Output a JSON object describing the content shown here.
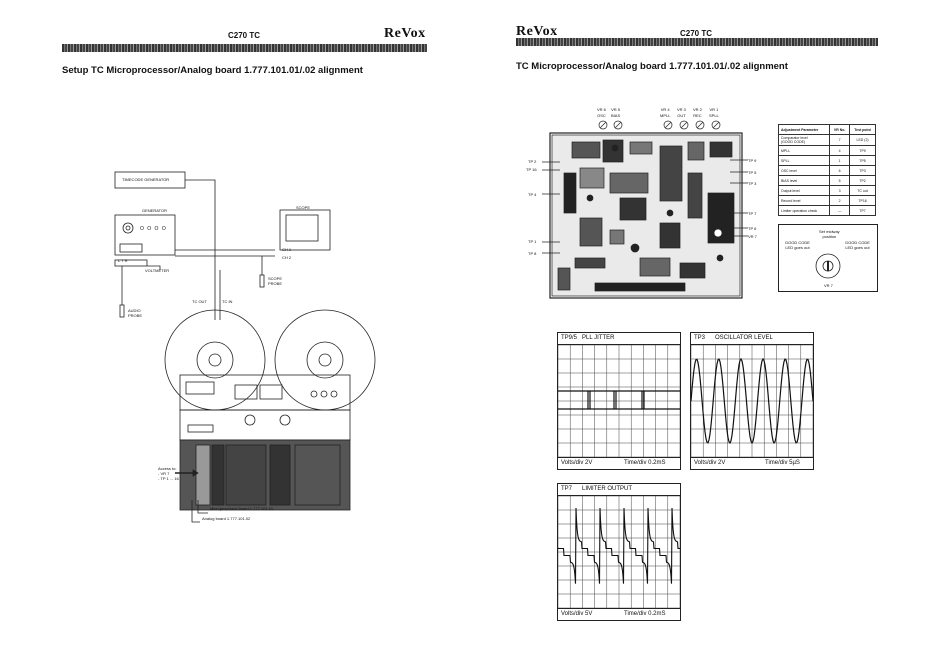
{
  "left_page": {
    "model": "C270 TC",
    "brand": "ReVox",
    "title": "Setup TC Microprocessor/Analog board 1.777.101.01/.02 alignment",
    "labels": {
      "timecode_generator": "TIMECODE GENERATOR",
      "generator": "GENERATOR",
      "generator_knobs": "O O O O",
      "voltmeter": "VOLTMETER",
      "voltmeter_terminals": "L  T  R",
      "scope": "SCOPE",
      "ch1": "CH 1",
      "ch2": "CH 2",
      "scope_probe": "SCOPE\nPROBE",
      "audio_probe": "AUDIO\nPROBE",
      "tc_out": "TC OUT",
      "tc_in": "TC IN",
      "access_to": "Access to:\n- VR 7\n- TP 1 ... 16",
      "micro_board": "Microprocessor board 1.777.101.01",
      "analog_board": "Analog board 1.777.101.02"
    }
  },
  "right_page": {
    "model": "C270 TC",
    "brand": "ReVox",
    "title": "TC Microprocessor/Analog board 1.777.101.01/.02 alignment",
    "pot_labels": [
      {
        "top": "VR 6",
        "bottom": "OSC"
      },
      {
        "top": "VR 5",
        "bottom": "BIAS"
      },
      {
        "top": "VR 4",
        "bottom": "MPLL"
      },
      {
        "top": "VR 3",
        "bottom": "OUT"
      },
      {
        "top": "VR 2",
        "bottom": "REC"
      },
      {
        "top": "VR 1",
        "bottom": "SPLL"
      }
    ],
    "tp_left": [
      "TP 2",
      "TP 16",
      "TP 4",
      "TP 1",
      "TP 8"
    ],
    "tp_right": [
      "TP 9",
      "TP 5",
      "TP 3",
      "TP 7",
      "TP 6",
      "VR 7"
    ],
    "board_side_text": "1.777.101.01",
    "table": {
      "headers": [
        "Adjustment Parameter",
        "VR No.",
        "Test point"
      ],
      "rows": [
        [
          "Comparator level\n(GOOD CODE)",
          "7",
          "LED (2)"
        ],
        [
          "MPLL",
          "4",
          "TP9"
        ],
        [
          "SPLL",
          "1",
          "TP5"
        ],
        [
          "OSC level",
          "6",
          "TP3"
        ],
        [
          "BIAS level",
          "5",
          "TP2"
        ],
        [
          "Output level",
          "3",
          "TC out"
        ],
        [
          "Record level",
          "2",
          "TP16"
        ],
        [
          "Limiter operation check",
          "—",
          "TP7"
        ]
      ]
    },
    "vr7": {
      "set_midway": "Set midway\nposition",
      "good_code_left": "GOOD CODE\nLED goes out",
      "good_code_right": "GOOD CODE\nLED goes out",
      "label": "VR 7"
    },
    "scopes": [
      {
        "id": "TP9/5",
        "title": "PLL JITTER",
        "volts": "Volts/div  2V",
        "time": "Time/div  0.2mS"
      },
      {
        "id": "TP3",
        "title": "OSCILLATOR LEVEL",
        "volts": "Volts/div  2V",
        "time": "Time/div  5µS"
      },
      {
        "id": "TP7",
        "title": "LIMITER OUTPUT",
        "volts": "Volts/div  5V",
        "time": "Time/div  0.2mS"
      }
    ]
  }
}
